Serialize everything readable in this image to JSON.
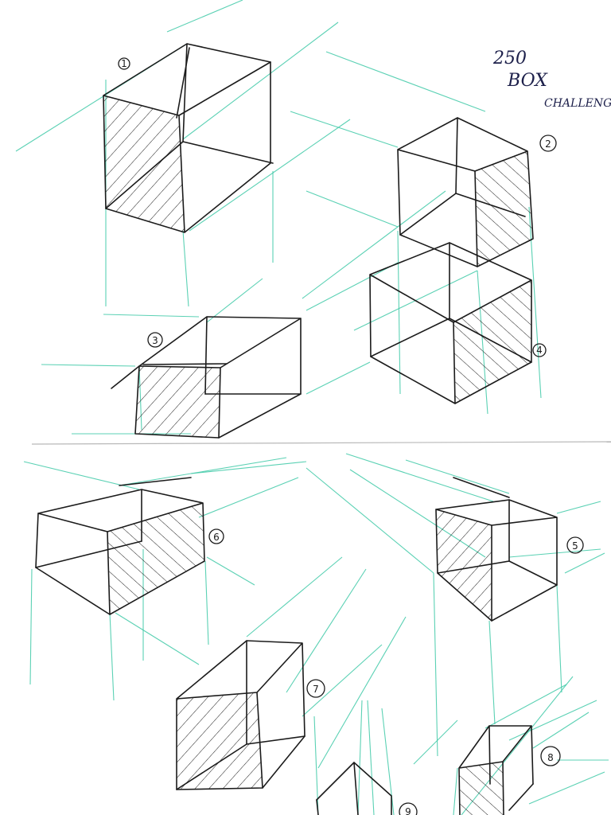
{
  "title": {
    "line1": "250",
    "line2": "BOX",
    "line3": "CHALLENGE"
  },
  "boxes": [
    {
      "label": "1"
    },
    {
      "label": "2"
    },
    {
      "label": "3"
    },
    {
      "label": "4"
    },
    {
      "label": "5"
    },
    {
      "label": "6"
    },
    {
      "label": "7"
    },
    {
      "label": "8"
    },
    {
      "label": "9"
    }
  ],
  "colors": {
    "guide_lines": "#3ec9a7",
    "ink": "#1b1b1b",
    "title_ink": "#1c1f4a",
    "paper": "#ffffff"
  }
}
